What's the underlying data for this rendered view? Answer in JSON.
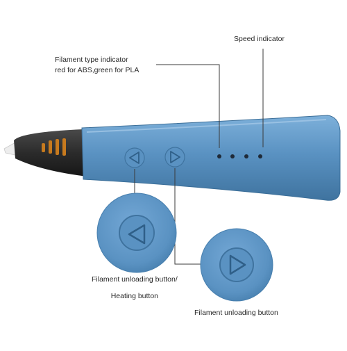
{
  "labels": {
    "speed_indicator": "Speed indicator",
    "filament_type_line1": "Filament type indicator",
    "filament_type_line2": "red for ABS,green for PLA",
    "unload_heat_line1": "Filament unloading button/",
    "unload_heat_line2": "Heating button",
    "unload_button": "Filament unloading button"
  },
  "colors": {
    "pen_body": "#5a92c2",
    "pen_body_dark": "#3f739f",
    "nozzle_black": "#2b2b2b",
    "led_dark": "#1f2a38",
    "leader_line": "#3a3a3a"
  },
  "speed_leds": {
    "count": 4
  },
  "icons": [
    "left-triangle-button-icon",
    "right-triangle-button-icon"
  ]
}
